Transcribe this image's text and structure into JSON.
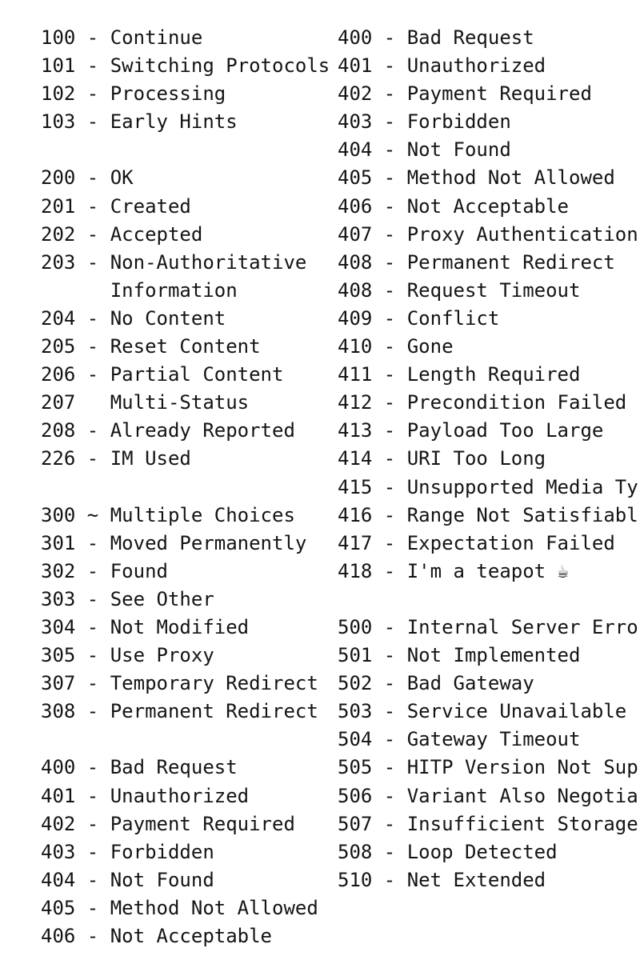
{
  "left_column": [
    {
      "code": "100",
      "sep": " - ",
      "label": "Continue"
    },
    {
      "code": "101",
      "sep": " - ",
      "label": "Switching Protocols"
    },
    {
      "code": "102",
      "sep": " - ",
      "label": "Processing"
    },
    {
      "code": "103",
      "sep": " - ",
      "label": "Early Hints"
    },
    {
      "code": "",
      "sep": "",
      "label": ""
    },
    {
      "code": "200",
      "sep": " - ",
      "label": "OK"
    },
    {
      "code": "201",
      "sep": " - ",
      "label": "Created"
    },
    {
      "code": "202",
      "sep": " - ",
      "label": "Accepted"
    },
    {
      "code": "203",
      "sep": " - ",
      "label": "Non-Authoritative"
    },
    {
      "code": "   ",
      "sep": "   ",
      "label": "Information"
    },
    {
      "code": "204",
      "sep": " - ",
      "label": "No Content"
    },
    {
      "code": "205",
      "sep": " - ",
      "label": "Reset Content"
    },
    {
      "code": "206",
      "sep": " - ",
      "label": "Partial Content"
    },
    {
      "code": "207",
      "sep": "   ",
      "label": "Multi-Status"
    },
    {
      "code": "208",
      "sep": " - ",
      "label": "Already Reported"
    },
    {
      "code": "226",
      "sep": " - ",
      "label": "IM Used"
    },
    {
      "code": "",
      "sep": "",
      "label": ""
    },
    {
      "code": "300",
      "sep": " ~ ",
      "label": "Multiple Choices"
    },
    {
      "code": "301",
      "sep": " - ",
      "label": "Moved Permanently"
    },
    {
      "code": "302",
      "sep": " - ",
      "label": "Found"
    },
    {
      "code": "303",
      "sep": " - ",
      "label": "See Other"
    },
    {
      "code": "304",
      "sep": " - ",
      "label": "Not Modified"
    },
    {
      "code": "305",
      "sep": " - ",
      "label": "Use Proxy"
    },
    {
      "code": "307",
      "sep": " - ",
      "label": "Temporary Redirect"
    },
    {
      "code": "308",
      "sep": " - ",
      "label": "Permanent Redirect"
    },
    {
      "code": "",
      "sep": "",
      "label": ""
    },
    {
      "code": "400",
      "sep": " - ",
      "label": "Bad Request"
    },
    {
      "code": "401",
      "sep": " - ",
      "label": "Unauthorized"
    },
    {
      "code": "402",
      "sep": " - ",
      "label": "Payment Required"
    },
    {
      "code": "403",
      "sep": " - ",
      "label": "Forbidden"
    },
    {
      "code": "404",
      "sep": " - ",
      "label": "Not Found"
    },
    {
      "code": "405",
      "sep": " - ",
      "label": "Method Not Allowed"
    },
    {
      "code": "406",
      "sep": " - ",
      "label": "Not Acceptable"
    }
  ],
  "right_column": [
    {
      "code": "400",
      "sep": " - ",
      "label": "Bad Request"
    },
    {
      "code": "401",
      "sep": " - ",
      "label": "Unauthorized"
    },
    {
      "code": "402",
      "sep": " - ",
      "label": "Payment Required"
    },
    {
      "code": "403",
      "sep": " - ",
      "label": "Forbidden"
    },
    {
      "code": "404",
      "sep": " - ",
      "label": "Not Found"
    },
    {
      "code": "405",
      "sep": " - ",
      "label": "Method Not Allowed"
    },
    {
      "code": "406",
      "sep": " - ",
      "label": "Not Acceptable"
    },
    {
      "code": "407",
      "sep": " - ",
      "label": "Proxy Authentication"
    },
    {
      "code": "408",
      "sep": " - ",
      "label": "Permanent Redirect"
    },
    {
      "code": "408",
      "sep": " - ",
      "label": "Request Timeout"
    },
    {
      "code": "409",
      "sep": " - ",
      "label": "Conflict"
    },
    {
      "code": "410",
      "sep": " - ",
      "label": "Gone"
    },
    {
      "code": "411",
      "sep": " - ",
      "label": "Length Required"
    },
    {
      "code": "412",
      "sep": " - ",
      "label": "Precondition Failed"
    },
    {
      "code": "413",
      "sep": " - ",
      "label": "Payload Too Large"
    },
    {
      "code": "414",
      "sep": " - ",
      "label": "URI Too Long"
    },
    {
      "code": "415",
      "sep": " - ",
      "label": "Unsupported Media Ty"
    },
    {
      "code": "416",
      "sep": " - ",
      "label": "Range Not Satisfiabl"
    },
    {
      "code": "417",
      "sep": " - ",
      "label": "Expectation Failed"
    },
    {
      "code": "418",
      "sep": " - ",
      "label": "I'm a teapot ☕"
    },
    {
      "code": "",
      "sep": "",
      "label": ""
    },
    {
      "code": "500",
      "sep": " - ",
      "label": "Internal Server Erro"
    },
    {
      "code": "501",
      "sep": " - ",
      "label": "Not Implemented"
    },
    {
      "code": "502",
      "sep": " - ",
      "label": "Bad Gateway"
    },
    {
      "code": "503",
      "sep": " - ",
      "label": "Service Unavailable"
    },
    {
      "code": "504",
      "sep": " - ",
      "label": "Gateway Timeout"
    },
    {
      "code": "505",
      "sep": " - ",
      "label": "HITP Version Not Sup"
    },
    {
      "code": "506",
      "sep": " - ",
      "label": "Variant Also Negotia"
    },
    {
      "code": "507",
      "sep": " - ",
      "label": "Insufficient Storage"
    },
    {
      "code": "508",
      "sep": " - ",
      "label": "Loop Detected"
    },
    {
      "code": "510",
      "sep": " - ",
      "label": "Net Extended"
    }
  ]
}
